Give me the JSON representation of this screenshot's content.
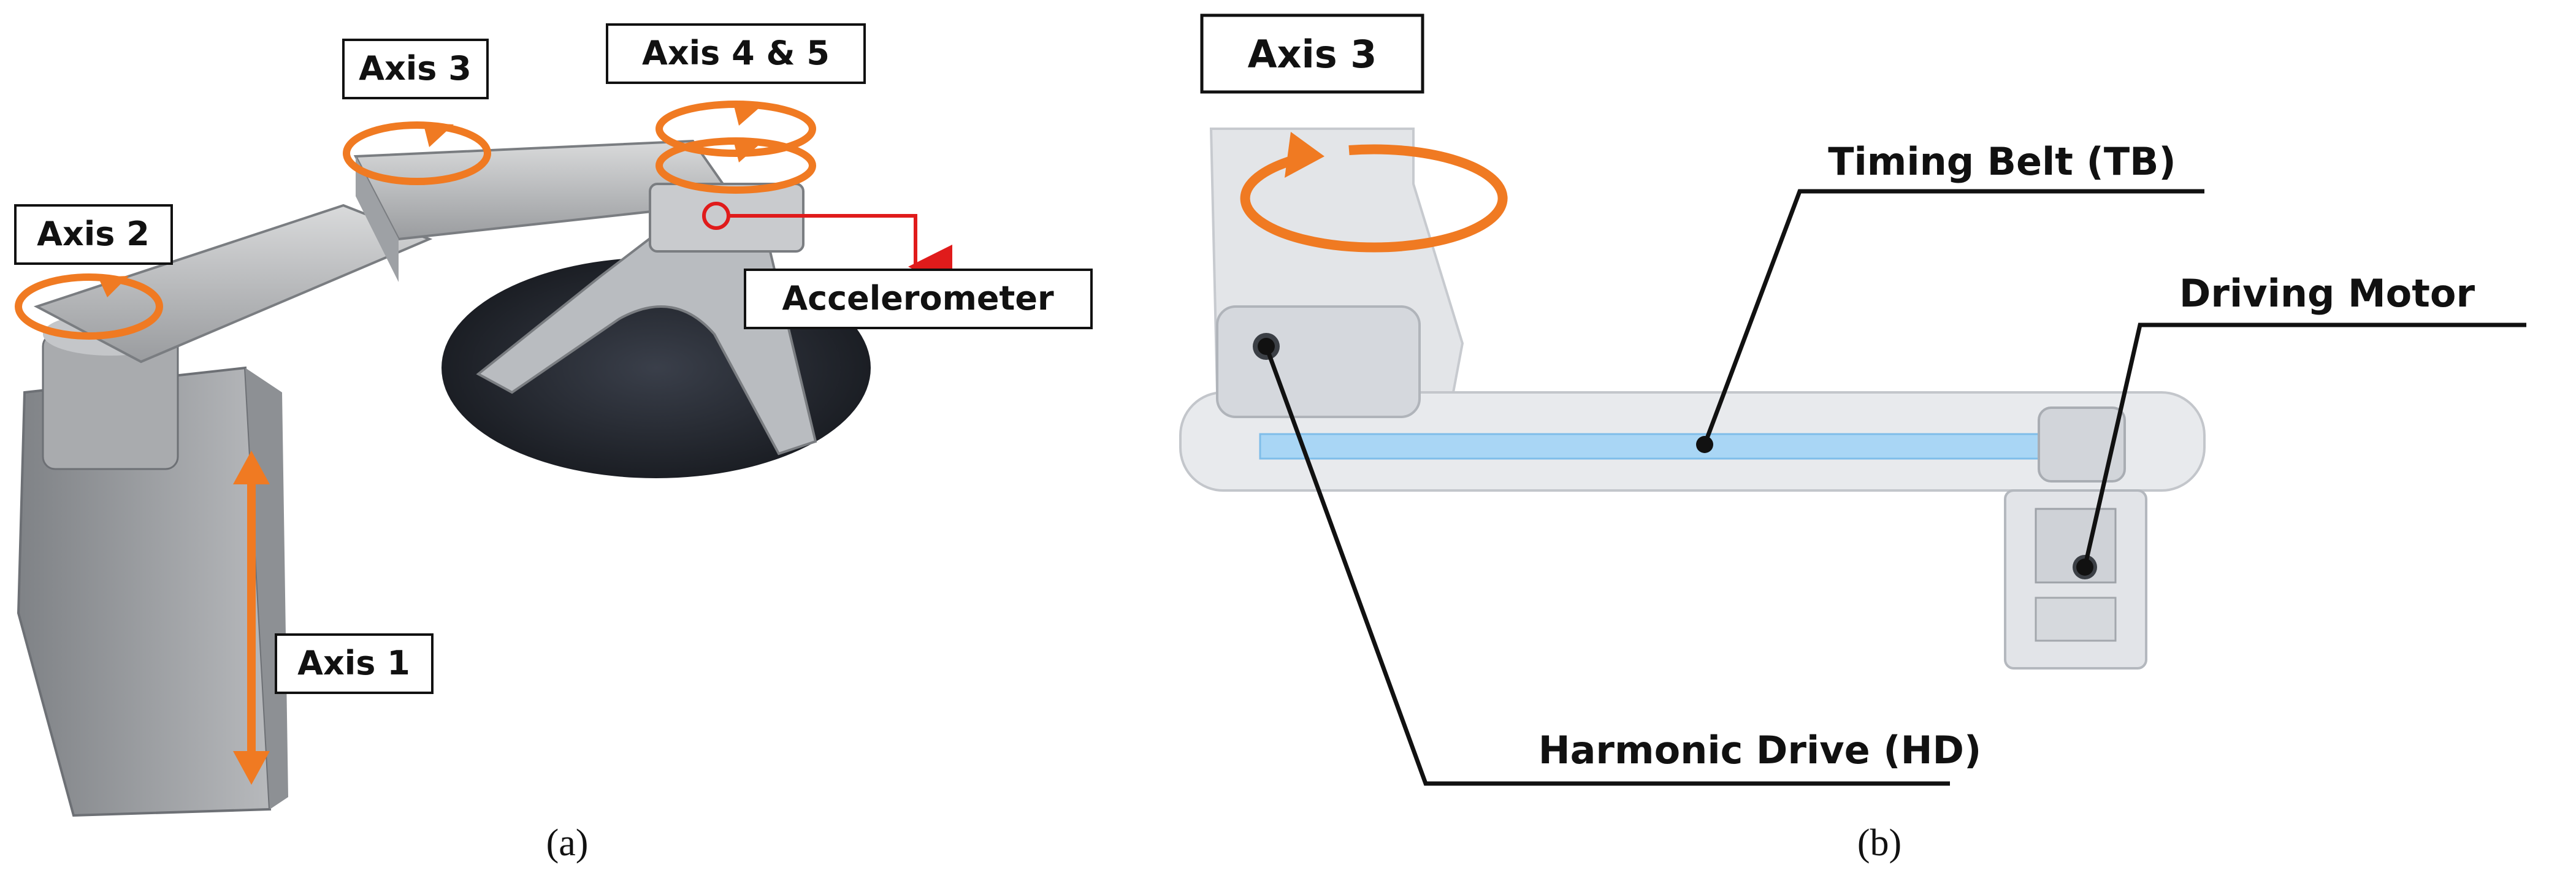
{
  "panel_a": {
    "caption": "(a)",
    "labels": {
      "axis1": "Axis 1",
      "axis2": "Axis 2",
      "axis3": "Axis 3",
      "axis45": "Axis 4 & 5",
      "accelerometer": "Accelerometer"
    },
    "colors": {
      "rotation_arrow": "#F07A22",
      "leader_line": "#E01B1B"
    }
  },
  "panel_b": {
    "caption": "(b)",
    "labels": {
      "axis3": "Axis 3",
      "timing_belt": "Timing Belt (TB)",
      "driving_motor": "Driving Motor",
      "harmonic_drive": "Harmonic Drive (HD)"
    },
    "colors": {
      "belt": "#A9D6F5",
      "leader_line": "#111111"
    }
  }
}
